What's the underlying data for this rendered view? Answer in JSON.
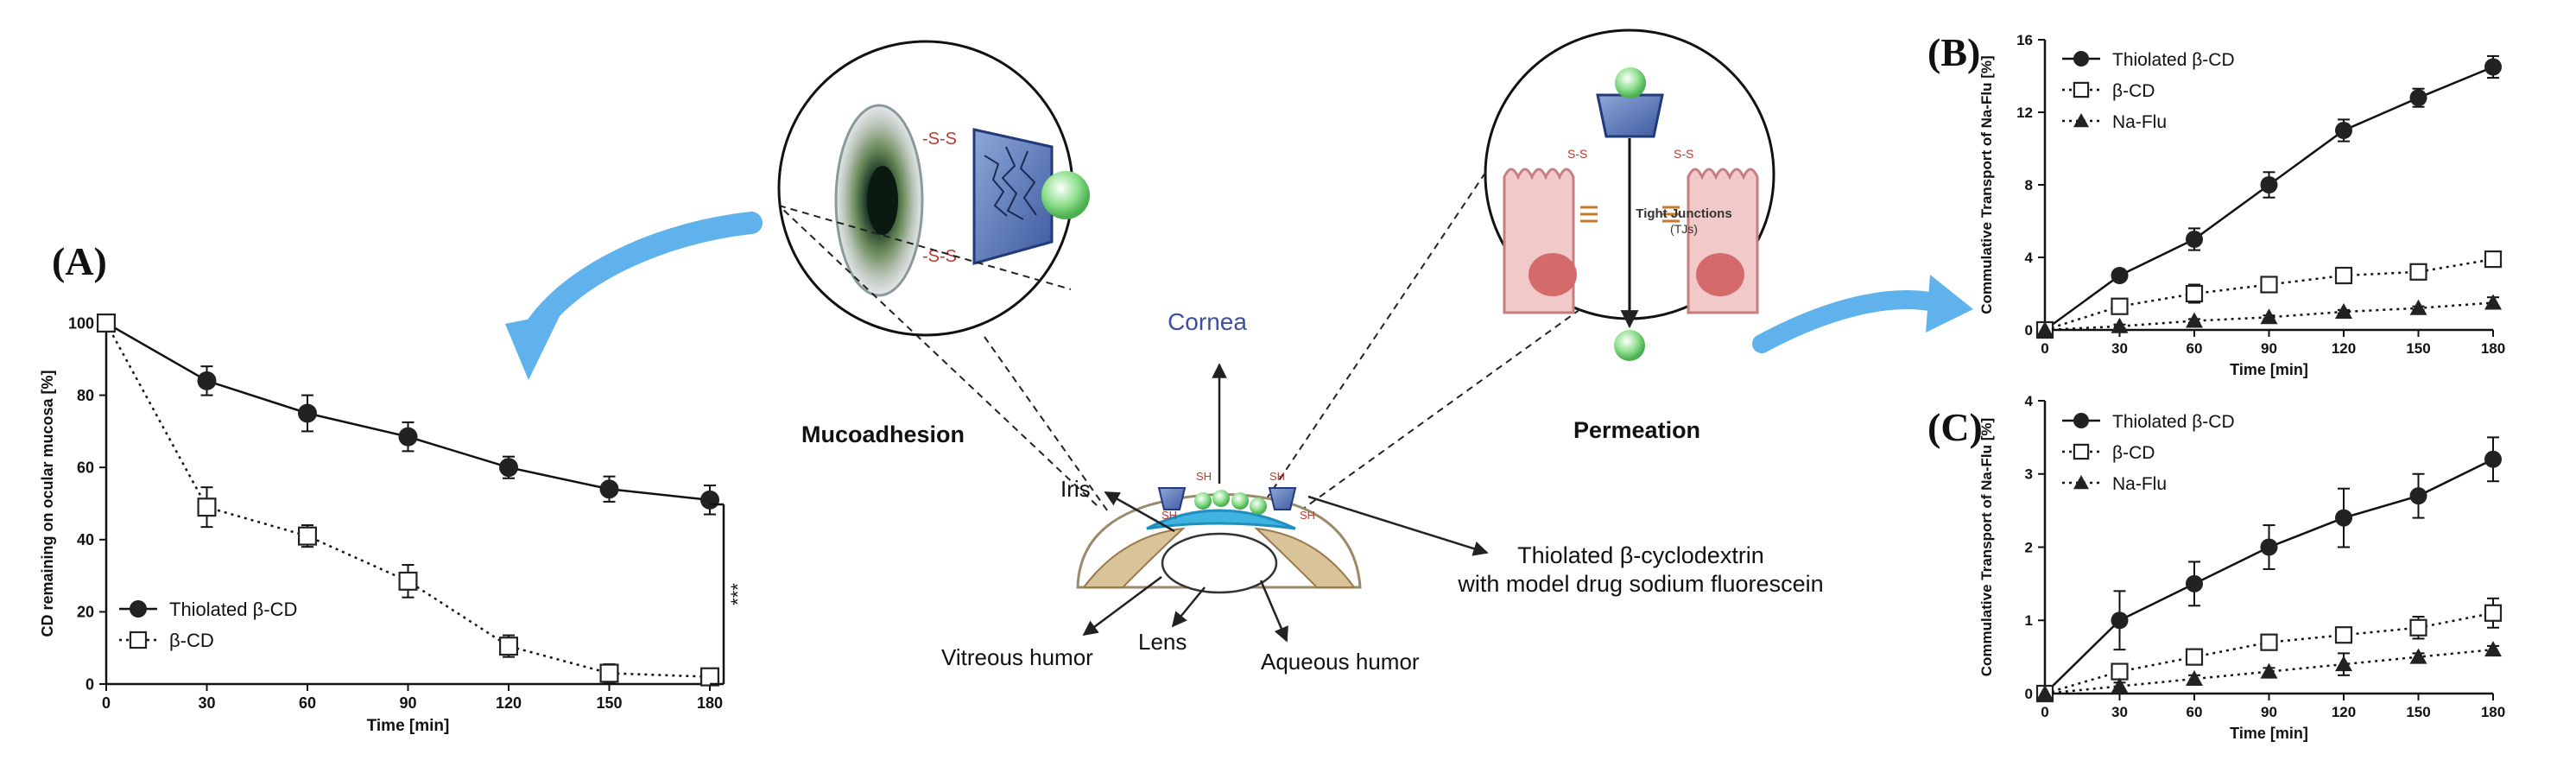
{
  "panel_labels": {
    "a": "(A)",
    "b": "(B)",
    "c": "(C)"
  },
  "diagram": {
    "cornea": "Cornea",
    "iris": "Iris",
    "lens": "Lens",
    "vitreous": "Vitreous humor",
    "aqueous": "Aqueous humor",
    "mucoadhesion": "Mucoadhesion",
    "permeation": "Permeation",
    "thiolated_line1": "Thiolated β-cyclodextrin",
    "thiolated_line2": "with model drug sodium fluorescein",
    "ss_top": "-S-S",
    "ss_bottom": "-S-S",
    "sh": "SH",
    "ss_small": "S-S",
    "tight_junctions_1": "Tight Junctions",
    "tight_junctions_2": "(TJs)",
    "significance": "***"
  },
  "colors": {
    "arrow_blue": "#5fb2ec",
    "cornea_blue": "#3f4fa0",
    "cell_pink": "#f2c9c9",
    "nucleus": "#d46a6a",
    "bead_green": "#66cc66",
    "marker_dark": "#222222"
  },
  "chart_data": [
    {
      "id": "A",
      "type": "line",
      "title": "",
      "xlabel": "Time [min]",
      "ylabel": "CD remaining on ocular mucosa [%]",
      "xlim": [
        0,
        180
      ],
      "ylim": [
        0,
        100
      ],
      "xticks": [
        0,
        30,
        60,
        90,
        120,
        150,
        180
      ],
      "yticks": [
        0,
        20,
        40,
        60,
        80,
        100
      ],
      "grid": false,
      "legend": "bottom-left",
      "series": [
        {
          "name": "Thiolated β-CD",
          "marker": "filled-circle",
          "line": "solid",
          "x": [
            0,
            30,
            60,
            90,
            120,
            150,
            180
          ],
          "y": [
            100,
            84,
            75,
            68.5,
            60,
            54,
            51
          ],
          "err": [
            0,
            4,
            5,
            4,
            3,
            3.5,
            4
          ]
        },
        {
          "name": "β-CD",
          "marker": "open-square",
          "line": "dotted",
          "x": [
            0,
            30,
            60,
            90,
            120,
            150,
            180
          ],
          "y": [
            100,
            49,
            41,
            28.5,
            10.5,
            3,
            2
          ],
          "err": [
            0,
            5.5,
            3,
            4.5,
            3,
            2.5,
            1
          ]
        }
      ]
    },
    {
      "id": "B",
      "type": "line",
      "title": "",
      "xlabel": "Time [min]",
      "ylabel": "Commulative Transport of Na-Flu [%]",
      "xlim": [
        0,
        180
      ],
      "ylim": [
        0,
        16
      ],
      "xticks": [
        0,
        30,
        60,
        90,
        120,
        150,
        180
      ],
      "yticks": [
        0,
        4,
        8,
        12,
        16
      ],
      "grid": false,
      "legend": "top-left",
      "series": [
        {
          "name": "Thiolated β-CD",
          "marker": "filled-circle",
          "line": "solid",
          "x": [
            0,
            30,
            60,
            90,
            120,
            150,
            180
          ],
          "y": [
            0,
            3,
            5,
            8,
            11,
            12.8,
            14.5
          ],
          "err": [
            0,
            0.3,
            0.6,
            0.7,
            0.6,
            0.5,
            0.6
          ]
        },
        {
          "name": "β-CD",
          "marker": "open-square",
          "line": "dotted",
          "x": [
            0,
            30,
            60,
            90,
            120,
            150,
            180
          ],
          "y": [
            0,
            1.3,
            2,
            2.5,
            3,
            3.2,
            3.9
          ],
          "err": [
            0,
            0.4,
            0.5,
            0.4,
            0.4,
            0.4,
            0.4
          ]
        },
        {
          "name": "Na-Flu",
          "marker": "filled-triangle",
          "line": "dotted",
          "x": [
            0,
            30,
            60,
            90,
            120,
            150,
            180
          ],
          "y": [
            0,
            0.2,
            0.5,
            0.7,
            1,
            1.2,
            1.5
          ],
          "err": [
            0,
            0.1,
            0.1,
            0.1,
            0.1,
            0.1,
            0.3
          ]
        }
      ]
    },
    {
      "id": "C",
      "type": "line",
      "title": "",
      "xlabel": "Time [min]",
      "ylabel": "Commulative Transport of Na-Flu [%]",
      "xlim": [
        0,
        180
      ],
      "ylim": [
        0,
        4
      ],
      "xticks": [
        0,
        30,
        60,
        90,
        120,
        150,
        180
      ],
      "yticks": [
        0,
        1,
        2,
        3,
        4
      ],
      "grid": false,
      "legend": "top-left",
      "series": [
        {
          "name": "Thiolated β-CD",
          "marker": "filled-circle",
          "line": "solid",
          "x": [
            0,
            30,
            60,
            90,
            120,
            150,
            180
          ],
          "y": [
            0,
            1,
            1.5,
            2,
            2.4,
            2.7,
            3.2
          ],
          "err": [
            0,
            0.4,
            0.3,
            0.3,
            0.4,
            0.3,
            0.3
          ]
        },
        {
          "name": "β-CD",
          "marker": "open-square",
          "line": "dotted",
          "x": [
            0,
            30,
            60,
            90,
            120,
            150,
            180
          ],
          "y": [
            0,
            0.3,
            0.5,
            0.7,
            0.8,
            0.9,
            1.1
          ],
          "err": [
            0,
            0.1,
            0.1,
            0.1,
            0.1,
            0.15,
            0.2
          ]
        },
        {
          "name": "Na-Flu",
          "marker": "filled-triangle",
          "line": "dotted",
          "x": [
            0,
            30,
            60,
            90,
            120,
            150,
            180
          ],
          "y": [
            0,
            0.1,
            0.2,
            0.3,
            0.4,
            0.5,
            0.6
          ],
          "err": [
            0,
            0.05,
            0.05,
            0.05,
            0.15,
            0.05,
            0.05
          ]
        }
      ]
    }
  ]
}
